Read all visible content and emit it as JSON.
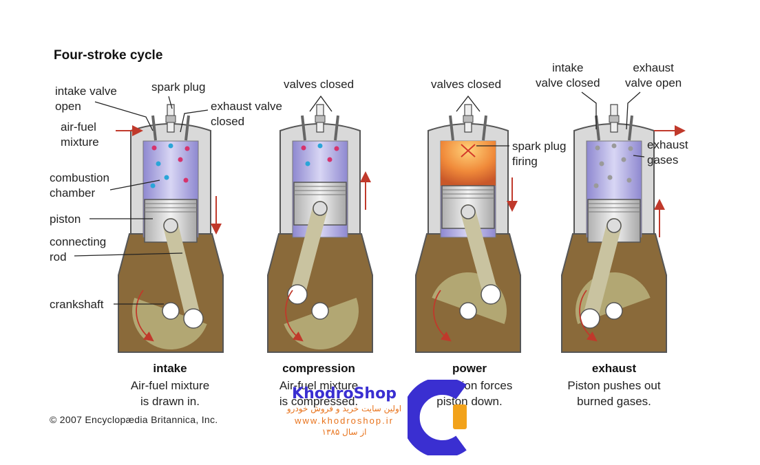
{
  "title": "Four-stroke cycle",
  "labels": {
    "intake_valve_open": [
      "intake valve",
      "open"
    ],
    "air_fuel_mixture": [
      "air-fuel",
      "mixture"
    ],
    "spark_plug": "spark plug",
    "exhaust_valve_closed": [
      "exhaust valve",
      "closed"
    ],
    "combustion_chamber": [
      "combustion",
      "chamber"
    ],
    "piston": "piston",
    "connecting_rod": [
      "connecting",
      "rod"
    ],
    "crankshaft": "crankshaft",
    "valves_closed_1": "valves closed",
    "valves_closed_2": "valves closed",
    "spark_plug_firing": [
      "spark plug",
      "firing"
    ],
    "intake_valve_closed": [
      "intake",
      "valve closed"
    ],
    "exhaust_valve_open": [
      "exhaust",
      "valve open"
    ],
    "exhaust_gases": [
      "exhaust",
      "gases"
    ]
  },
  "strokes": [
    {
      "name": "intake",
      "desc": [
        "Air-fuel mixture",
        "is drawn in."
      ]
    },
    {
      "name": "compression",
      "desc": [
        "Air-fuel mixture",
        "is compressed."
      ]
    },
    {
      "name": "power",
      "desc": [
        "Explosion forces",
        "piston down."
      ]
    },
    {
      "name": "exhaust",
      "desc": [
        "Piston pushes out",
        "burned gases."
      ]
    }
  ],
  "copyright": "© 2007 Encyclopædia Britannica, Inc.",
  "watermark": {
    "name": "KhodroShop",
    "tagline": "اولین سایت خرید و فروش خودرو",
    "url": "www.khodroshop.ir",
    "since": "از سال ۱۳۸۵"
  },
  "colors": {
    "crankcase": "#8a6a3a",
    "cylinder": "#b9b6e6",
    "piston": "#dcdcdc",
    "rod": "#c9c3a0",
    "combustion": "#f0a050",
    "arrow": "#c0392b",
    "fuel_red": "#d6336c",
    "fuel_blue": "#2aa5d8",
    "brand_blue": "#3a2fd1",
    "brand_orange": "#f2a21a"
  }
}
